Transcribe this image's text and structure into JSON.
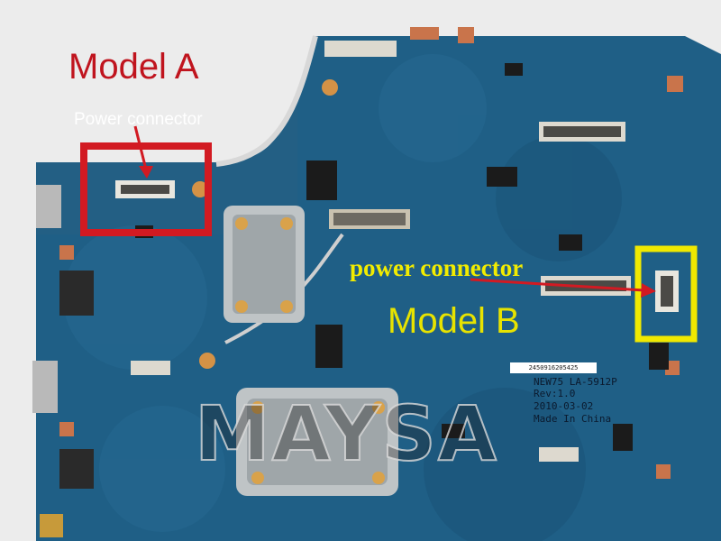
{
  "labels": {
    "model_a": "Model A",
    "power_connector_a": "Power connector",
    "model_b": "Model B",
    "power_connector_b": "power connector",
    "watermark": "MAYSA"
  },
  "board_silkscreen": {
    "model": "NEW75  LA-5912P",
    "revision": "Rev:1.0",
    "date": "2010-03-02",
    "origin": "Made In China",
    "serial_sticker": "2450916205425"
  },
  "colors": {
    "pcb": "#1f5f86",
    "highlight_a": "#d21a22",
    "highlight_b": "#f0e800",
    "arrow": "#d21a22"
  }
}
